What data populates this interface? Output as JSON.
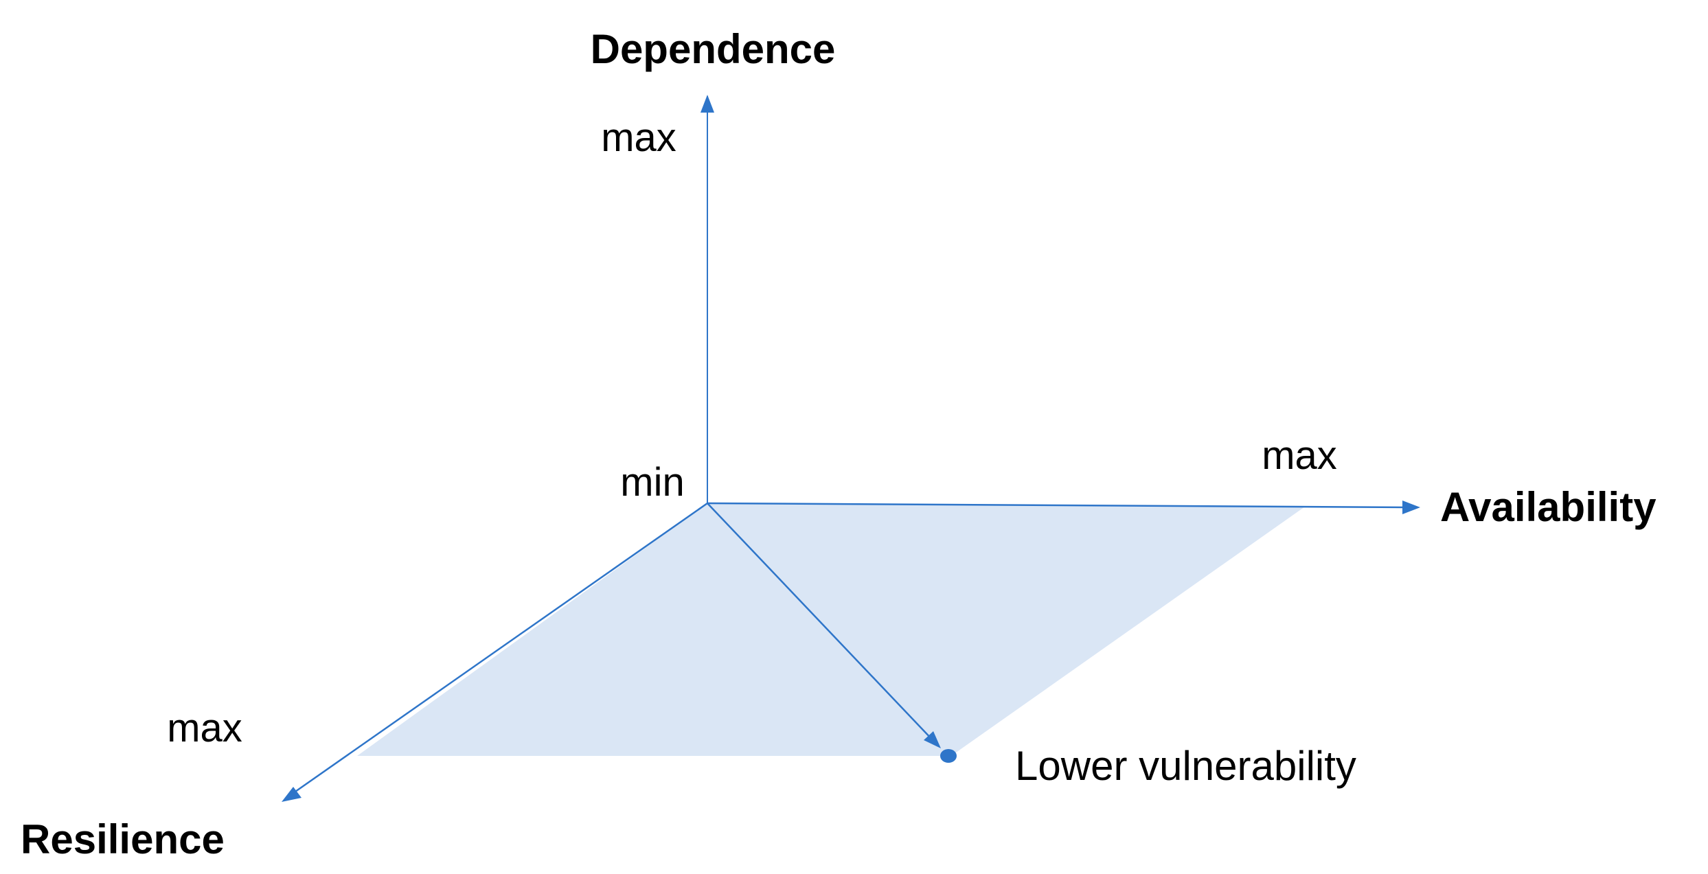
{
  "diagram": {
    "axes": {
      "dependence": {
        "title": "Dependence",
        "max_label": "max"
      },
      "availability": {
        "title": "Availability",
        "max_label": "max"
      },
      "resilience": {
        "title": "Resilience",
        "max_label": "max"
      }
    },
    "origin_label": "min",
    "point_label": "Lower vulnerability",
    "colors": {
      "axis": "#2e75c9",
      "plane_fill": "#dae6f5",
      "point": "#2e75c9",
      "text": "#000000"
    }
  }
}
